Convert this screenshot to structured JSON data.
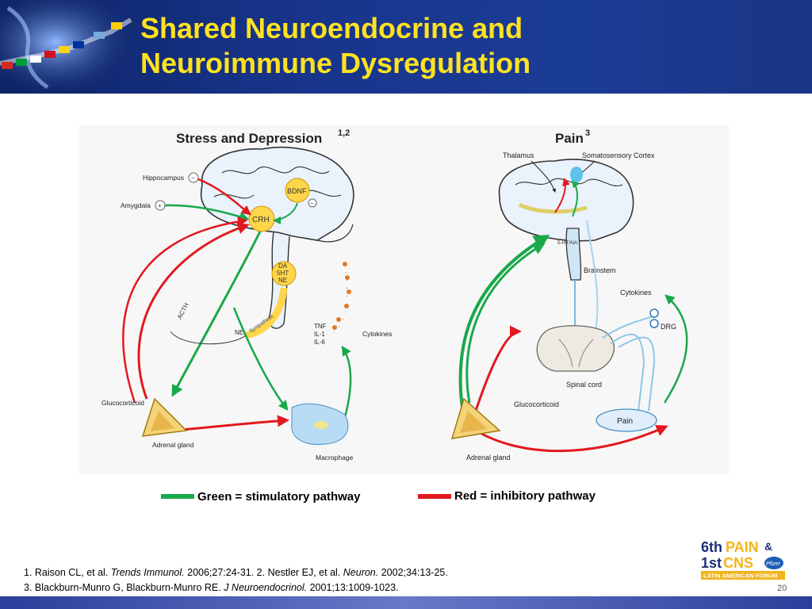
{
  "slide": {
    "title_line1": "Shared Neuroendocrine and",
    "title_line2": "Neuroimmune Dysregulation",
    "page_number": "20"
  },
  "diagram": {
    "left_panel": {
      "title": "Stress and Depression",
      "title_sup": "1,2",
      "labels": {
        "hippocampus": "Hippocampus",
        "hippocampus_sign": "−",
        "amygdala": "Amygdala",
        "amygdala_sign": "+",
        "bdnf": "BDNF",
        "bdnf_sign": "−",
        "crh": "CRH",
        "da": "DA",
        "5ht": "5HT",
        "ne_bubble": "NE",
        "acth": "ACTH",
        "sympathetic": "Sympathetic",
        "ne": "NE",
        "tnf": "TNF",
        "il1": "IL-1",
        "il6": "IL-6",
        "cytokines": "Cytokines",
        "glucocorticoid": "Glucocorticoid",
        "adrenal_gland": "Adrenal gland",
        "macrophage": "Macrophage"
      }
    },
    "right_panel": {
      "title": "Pain",
      "title_sup": "3",
      "labels": {
        "thalamus": "Thalamus",
        "somatosensory_cortex": "Somatosensory Cortex",
        "brainstem": "Brainstem",
        "cytokines": "Cytokines",
        "drg": "DRG",
        "spinal_cord": "Spinal cord",
        "glucocorticoid": "Glucocorticoid",
        "adrenal_gland": "Adrenal gland",
        "pain": "Pain",
        "5ht_na": "5-HT/NA"
      }
    }
  },
  "legend": {
    "green_label": "Green = stimulatory pathway",
    "red_label": "Red = inhibitory pathway",
    "green_color": "#1aa84a",
    "red_color": "#e2191f"
  },
  "references": {
    "r1_pre": "1. Raison CL, et al. ",
    "r1_journal": "Trends Immunol.",
    "r1_post": " 2006;27:24-31. 2. Nestler EJ, et al. ",
    "r2_journal": "Neuron.",
    "r2_post": " 2002;34:13-25.",
    "r3_pre": "3. Blackburn-Munro G, Blackburn-Munro RE. ",
    "r3_journal": "J Neuroendocrinol.",
    "r3_post": " 2001;13:1009-1023."
  },
  "logo": {
    "line1_a": "6th",
    "line1_b": "PAIN",
    "line1_c": "&",
    "line2_a": "1st",
    "line2_b": "CNS",
    "line3": "LATIN AMERICAN FORUM",
    "sponsor": "Pfizer"
  }
}
